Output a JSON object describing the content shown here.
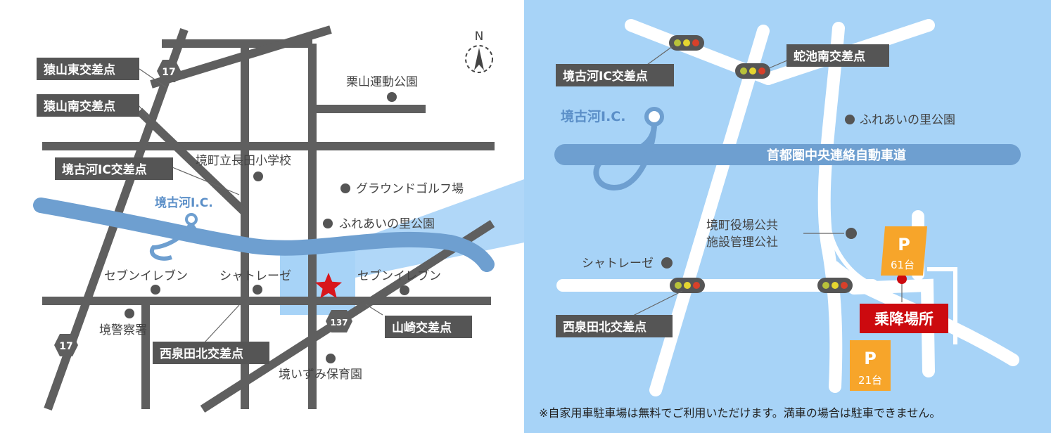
{
  "left_map": {
    "compass": "N",
    "route17": "17",
    "route137": "137",
    "intersections": {
      "saruyama_higashi": "猿山東交差点",
      "saruyama_minami": "猿山南交差点",
      "sakaikoga_ic": "境古河IC交差点",
      "nishi_izumida_kita": "西泉田北交差点",
      "yamazaki": "山崎交差点"
    },
    "places": {
      "kuriyama_park": "栗山運動公園",
      "nagata_school": "境町立長田小学校",
      "ground_golf": "グラウンドゴルフ場",
      "fureai_park": "ふれあいの里公園",
      "seven_eleven_1": "セブンイレブン",
      "chateraise": "シャトレーゼ",
      "seven_eleven_2": "セブンイレブン",
      "police": "境警察署",
      "nursery": "境いずみ保育園"
    },
    "ic_label": "境古河I.C."
  },
  "right_map": {
    "expressway": "首都圏中央連絡自動車道",
    "ic_label": "境古河I.C.",
    "intersections": {
      "sakaikoga_ic": "境古河IC交差点",
      "jaike_minami": "蛇池南交差点",
      "nishi_izumida_kita": "西泉田北交差点"
    },
    "places": {
      "fureai_park": "ふれあいの里公園",
      "public_facility_line1": "境町役場公共",
      "public_facility_line2": "施設管理公社",
      "chateraise": "シャトレーゼ"
    },
    "parking_a": {
      "symbol": "P",
      "count": "61台"
    },
    "parking_b": {
      "symbol": "P",
      "count": "21台"
    },
    "pickup": "乗降場所",
    "note": "※自家用車駐車場は無料でご利用いただけます。満車の場合は駐車できません。"
  },
  "colors": {
    "road_gray": "#5f5f5f",
    "expressway_blue": "#6e9fd0",
    "panel_blue": "#a7d3f7",
    "label_box": "#555555",
    "parking_orange": "#f7a52a",
    "pickup_red": "#cc0a0f",
    "star_red": "#d8161c"
  }
}
